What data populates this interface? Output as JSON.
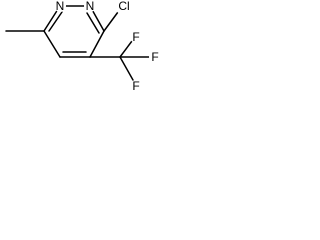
{
  "molecule": {
    "atoms": {
      "n1": "N",
      "n2": "N",
      "cl": "Cl",
      "f_top": "F",
      "f_right": "F",
      "f_bottom": "F"
    }
  }
}
